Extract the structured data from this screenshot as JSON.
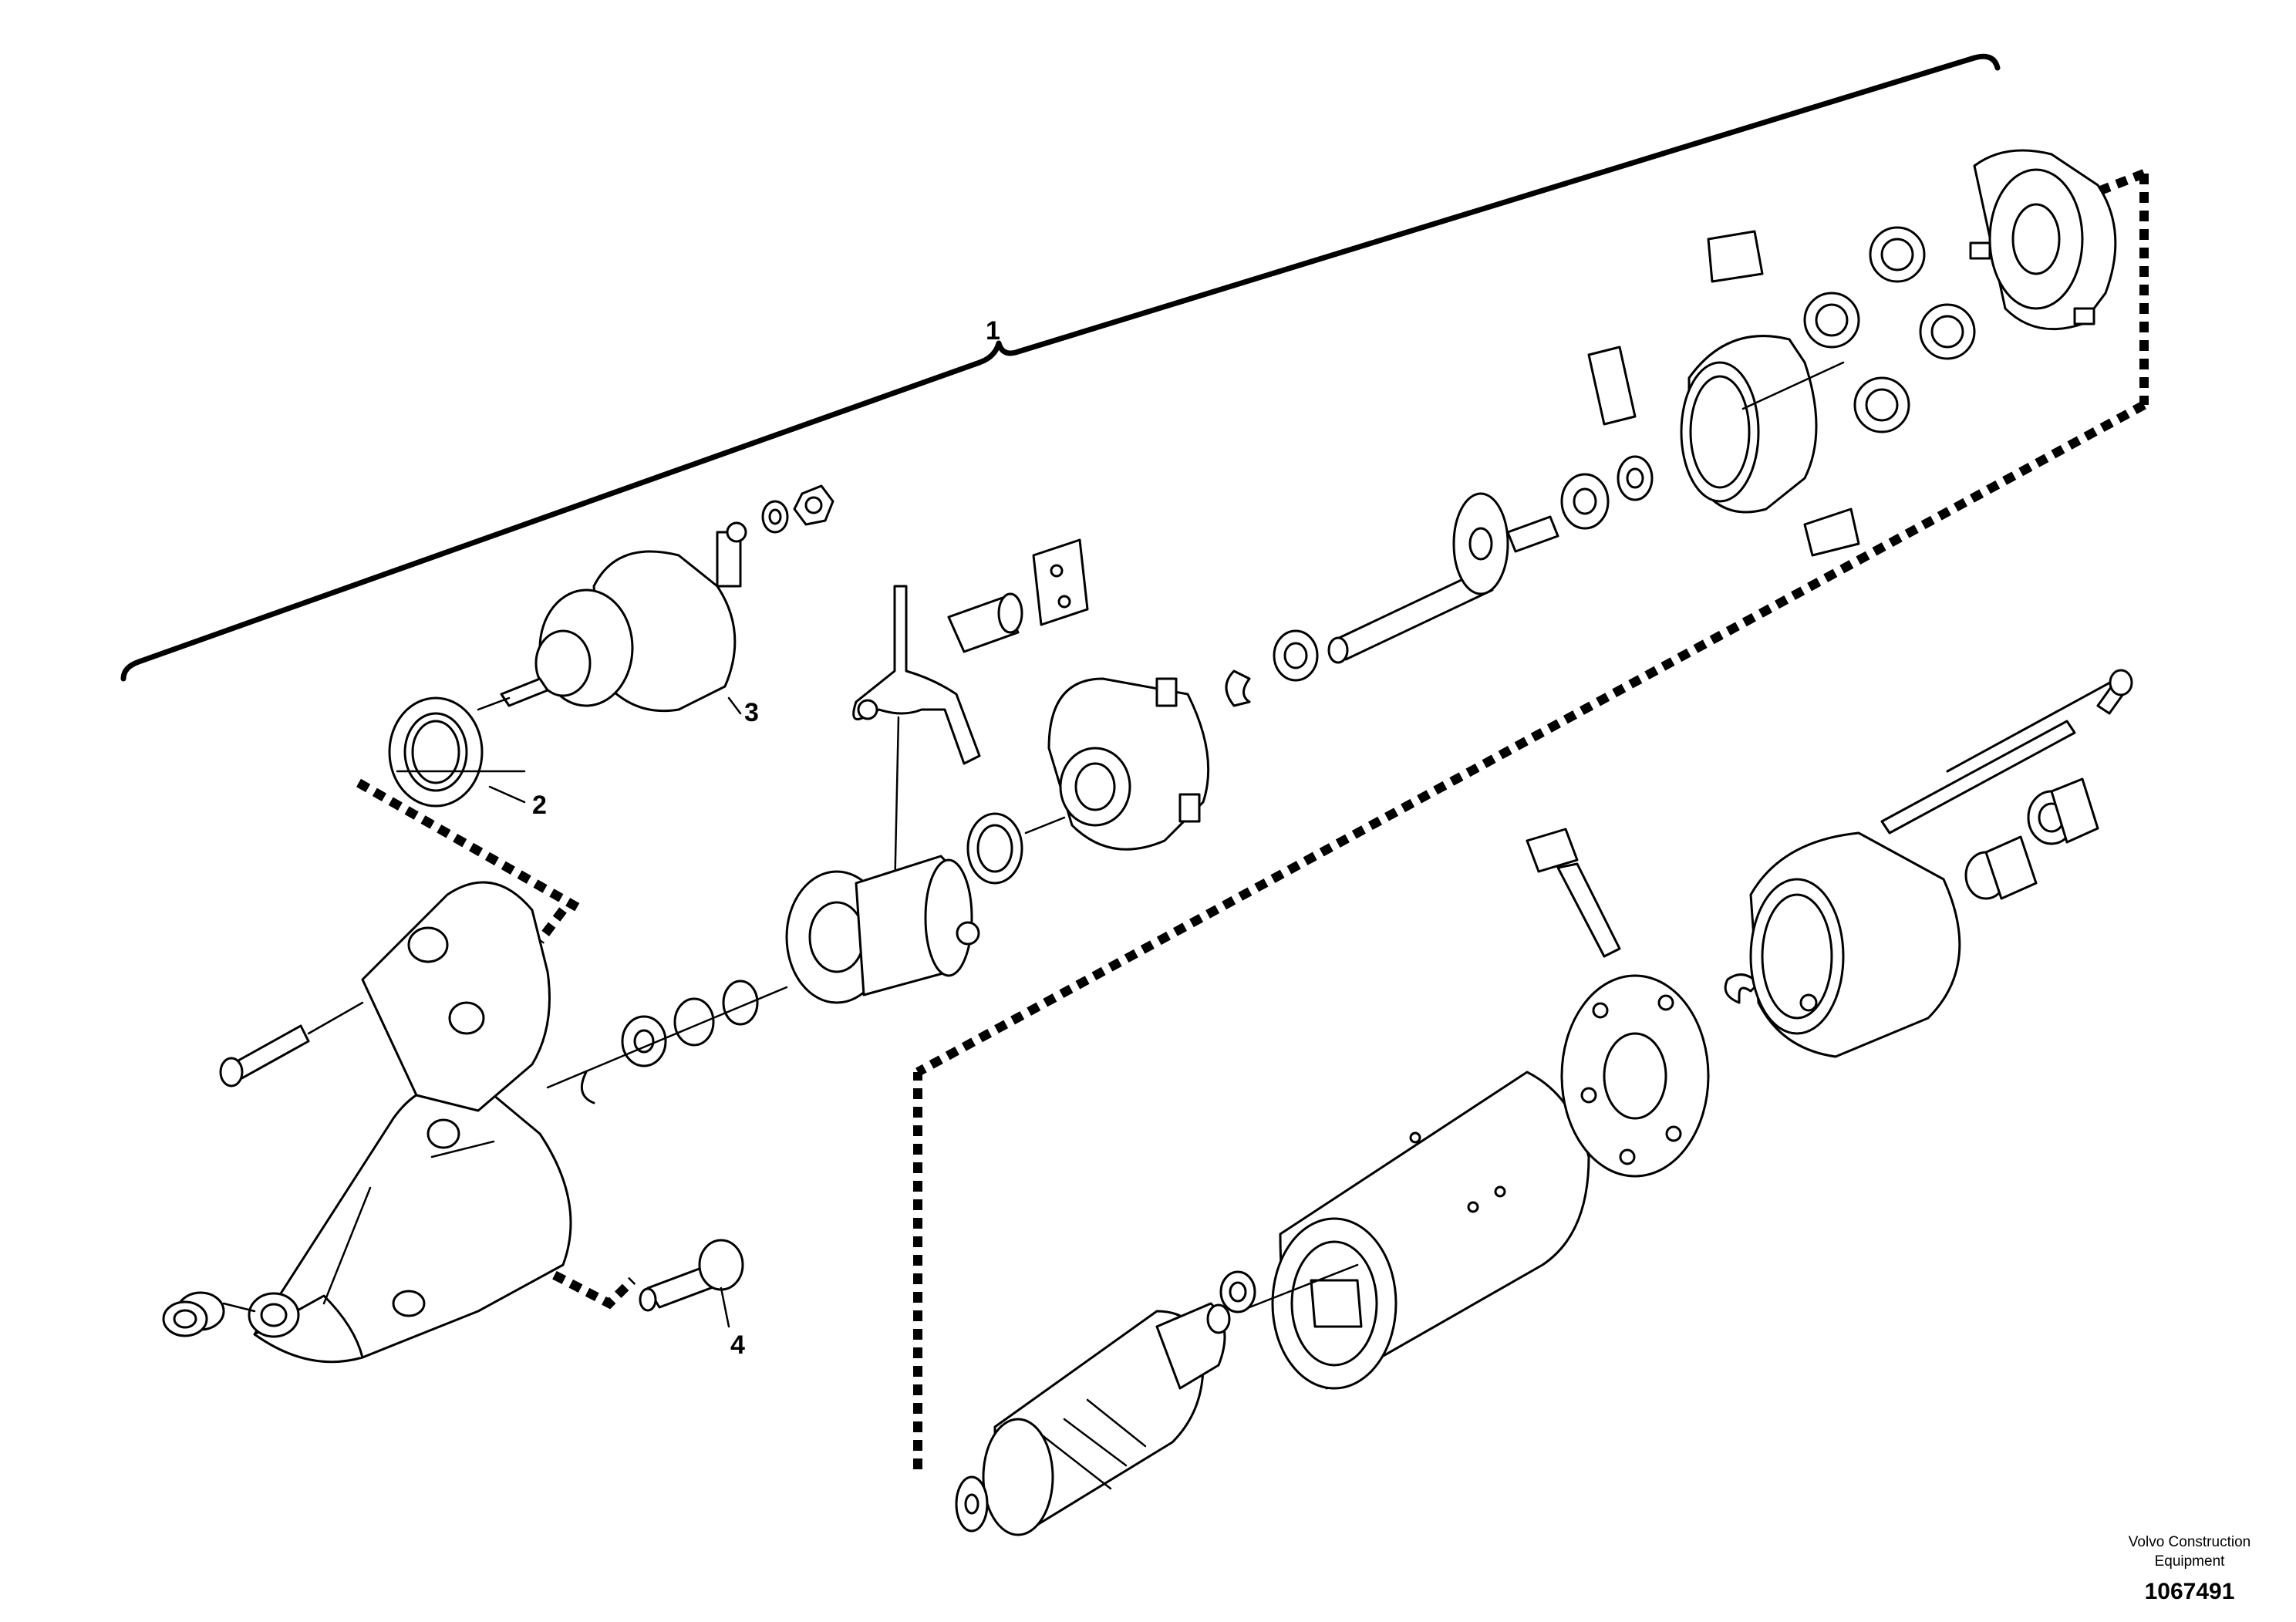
{
  "callouts": [
    {
      "id": "1",
      "label": "1"
    },
    {
      "id": "2",
      "label": "2"
    },
    {
      "id": "3",
      "label": "3"
    },
    {
      "id": "4",
      "label": "4"
    }
  ],
  "footer": {
    "company": "Volvo Construction Equipment",
    "drawing_number": "1067491"
  },
  "colors": {
    "line": "#000000",
    "background": "#ffffff"
  }
}
